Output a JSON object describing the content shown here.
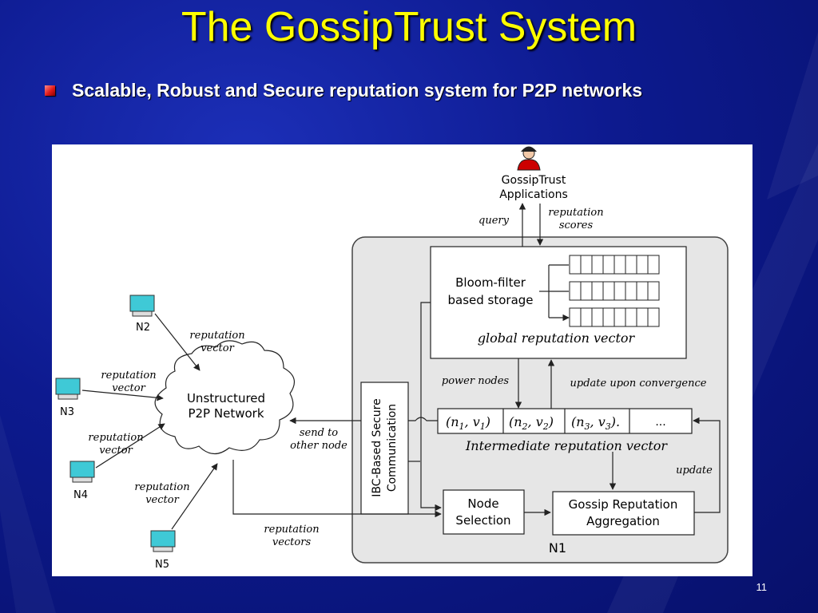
{
  "slide": {
    "title": "The GossipTrust System",
    "bullet": "Scalable, Robust and Secure reputation system for P2P networks",
    "page_number": "11"
  },
  "diagram": {
    "app_line1": "GossipTrust",
    "app_line2": "Applications",
    "query": "query",
    "rep_scores_line1": "reputation",
    "rep_scores_line2": "scores",
    "bloom_line1": "Bloom-filter",
    "bloom_line2": "based storage",
    "global_vector": "global reputation vector",
    "power_nodes": "power nodes",
    "update_convergence": "update upon convergence",
    "intermediate_vector": "Intermediate reputation vector",
    "cells": [
      "(n",
      "(n",
      "(n",
      "..."
    ],
    "cell_subs": [
      "1",
      "2",
      "3"
    ],
    "cell_vals": [
      "v",
      "v",
      "v"
    ],
    "ibc_line1": "IBC-Based Secure",
    "ibc_line2": "Communication",
    "send_line1": "send to",
    "send_line2": "other node",
    "node_sel_line1": "Node",
    "node_sel_line2": "Selection",
    "gossip_line1": "Gossip Reputation",
    "gossip_line2": "Aggregation",
    "update": "update",
    "n1": "N1",
    "cloud_line1": "Unstructured",
    "cloud_line2": "P2P Network",
    "nodes": {
      "n2": "N2",
      "n3": "N3",
      "n4": "N4",
      "n5": "N5"
    },
    "rep_label1": "reputation",
    "rep_label2": "vector",
    "rep_vectors_line1": "reputation",
    "rep_vectors_line2": "vectors"
  },
  "colors": {
    "title": "#ffff00",
    "bullet": "#e11a1a",
    "panel_bg": "#e6e6e6",
    "monitor_screen": "#3fc9d6",
    "user_icon": "#cc0000"
  },
  "icons": {
    "user": "user-icon",
    "computer": "computer-icon",
    "cloud": "cloud-icon"
  }
}
